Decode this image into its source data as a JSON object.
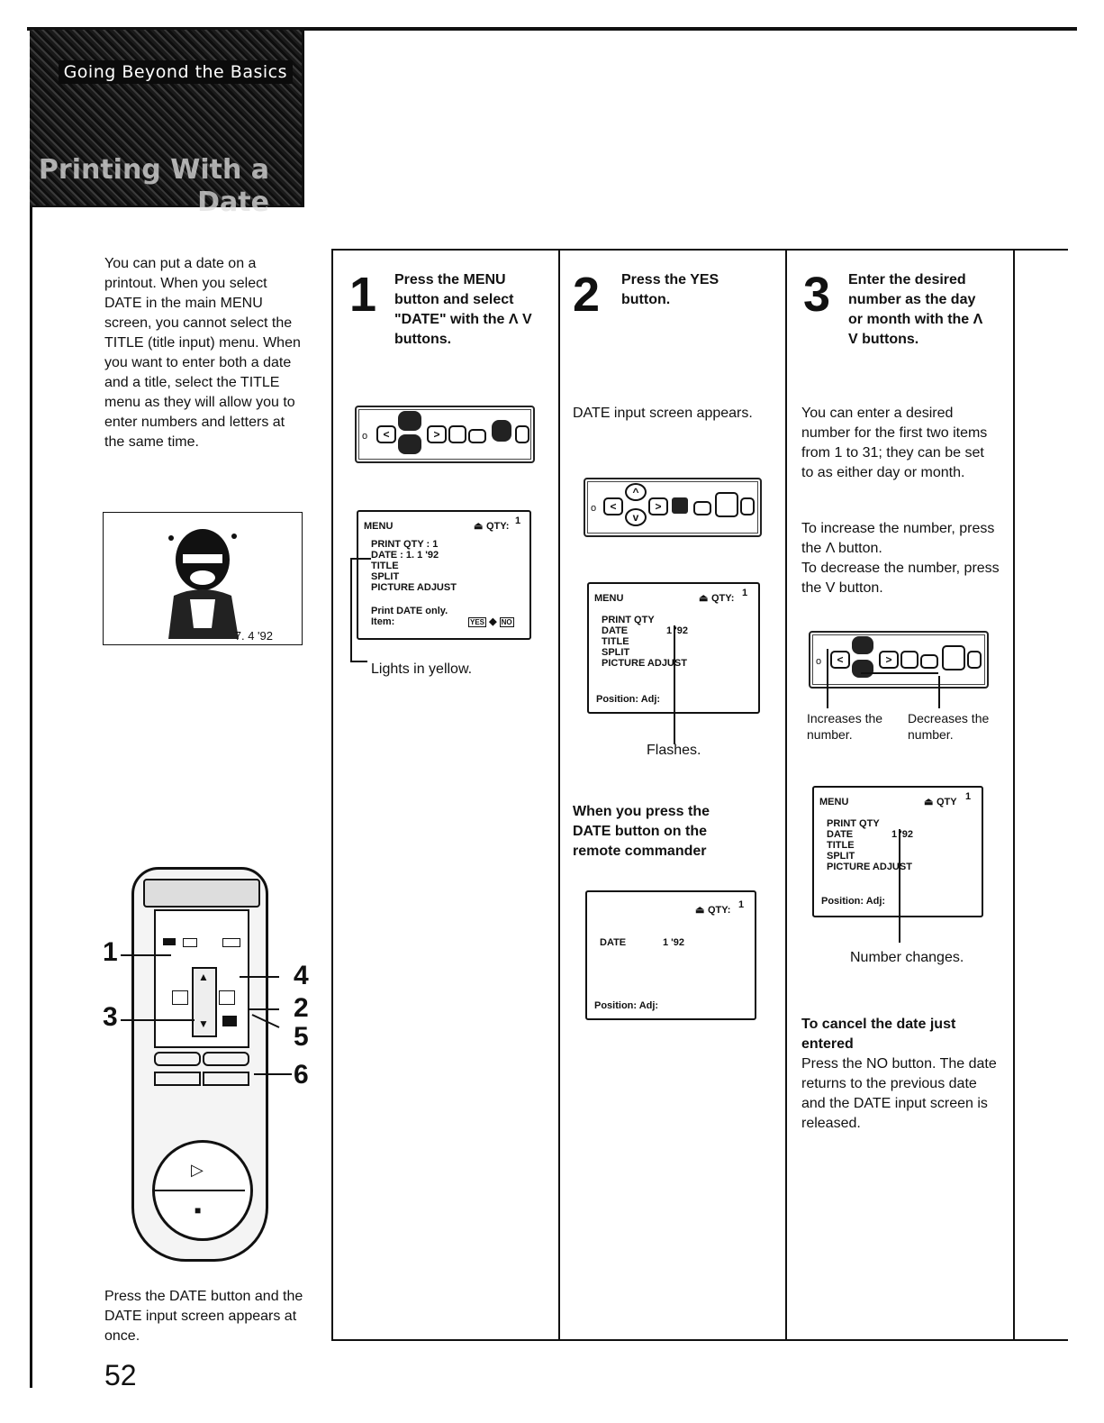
{
  "header": {
    "section_title": "Going Beyond the Basics",
    "page_title": "Printing With a Date"
  },
  "intro": {
    "text": "You can put a date on a printout. When you select DATE in the main MENU screen, you cannot select the TITLE (title input) menu. When you want to enter both a date and a title, select the TITLE menu as they will allow you to enter numbers and letters at the same time.",
    "photo_date": "7. 4 '92"
  },
  "remote": {
    "callouts": [
      "1",
      "3",
      "4",
      "2",
      "5",
      "6"
    ],
    "caption": "Press the DATE button and the DATE input screen appears at once."
  },
  "page_number": "52",
  "steps": [
    {
      "number": "1",
      "title": "Press the MENU button and select \"DATE\" with the Λ V buttons.",
      "screen": {
        "menu": "MENU",
        "qty_label": "QTY:",
        "qty_value": "1",
        "rows": [
          "PRINT QTY : 1",
          "DATE      : 1. 1 '92",
          "TITLE",
          "SPLIT",
          "PICTURE ADJUST"
        ],
        "hint1": "Print DATE only.",
        "hint2": "Item:",
        "yes": "YES",
        "no": "NO"
      },
      "note": "Lights in yellow."
    },
    {
      "number": "2",
      "title": "Press the YES button.",
      "text": "DATE input screen appears.",
      "screen": {
        "menu": "MENU",
        "qty_label": "QTY:",
        "qty_value": "1",
        "rows": [
          "PRINT QTY",
          "DATE",
          "TITLE",
          "SPLIT",
          "PICTURE ADJUST"
        ],
        "date_value": "1  '92",
        "footer": "Position:    Adj:"
      },
      "note": "Flashes.",
      "sub_title": "When you press the DATE button on the remote commander",
      "screen2": {
        "qty_label": "QTY:",
        "qty_value": "1",
        "date_label": "DATE",
        "date_value": "1  '92",
        "footer": "Position:    Adj:"
      }
    },
    {
      "number": "3",
      "title": "Enter the desired number as the day or month with the Λ V buttons.",
      "text1": "You can enter a desired number for the first two items from 1 to 31; they can be set to as either day or month.",
      "text2": "To increase the number, press the Λ button.",
      "text3": "To decrease the number, press the V button.",
      "label_inc": "Increases the number.",
      "label_dec": "Decreases the number.",
      "screen": {
        "menu": "MENU",
        "qty_label": "QTY",
        "qty_value": "1",
        "rows": [
          "PRINT QTY",
          "DATE",
          "TITLE",
          "SPLIT",
          "PICTURE ADJUST"
        ],
        "date_value": "1  '92",
        "footer": "Position:    Adj:"
      },
      "note": "Number changes.",
      "cancel_title": "To cancel the date just entered",
      "cancel_text": "Press the NO button. The date returns to the previous date and the DATE input screen is released."
    }
  ]
}
